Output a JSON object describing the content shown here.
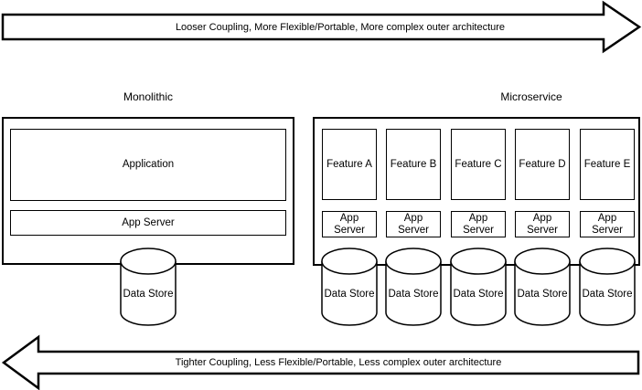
{
  "arrows": {
    "top": {
      "label": "Looser Coupling, More Flexible/Portable, More complex outer architecture",
      "direction": "right"
    },
    "bottom": {
      "label": "Tighter Coupling, Less Flexible/Portable, Less complex outer architecture",
      "direction": "left"
    }
  },
  "monolithic": {
    "title": "Monolithic",
    "application": "Application",
    "app_server": "App Server",
    "data_store": "Data Store"
  },
  "microservice": {
    "title": "Microservice",
    "columns": [
      {
        "feature": "Feature A",
        "app_server": "App Server",
        "data_store": "Data Store"
      },
      {
        "feature": "Feature B",
        "app_server": "App Server",
        "data_store": "Data Store"
      },
      {
        "feature": "Feature C",
        "app_server": "App Server",
        "data_store": "Data Store"
      },
      {
        "feature": "Feature D",
        "app_server": "App Server",
        "data_store": "Data Store"
      },
      {
        "feature": "Feature E",
        "app_server": "App Server",
        "data_store": "Data Store"
      }
    ]
  },
  "colors": {
    "stroke": "#000000",
    "fill": "#ffffff",
    "text": "#000000"
  }
}
